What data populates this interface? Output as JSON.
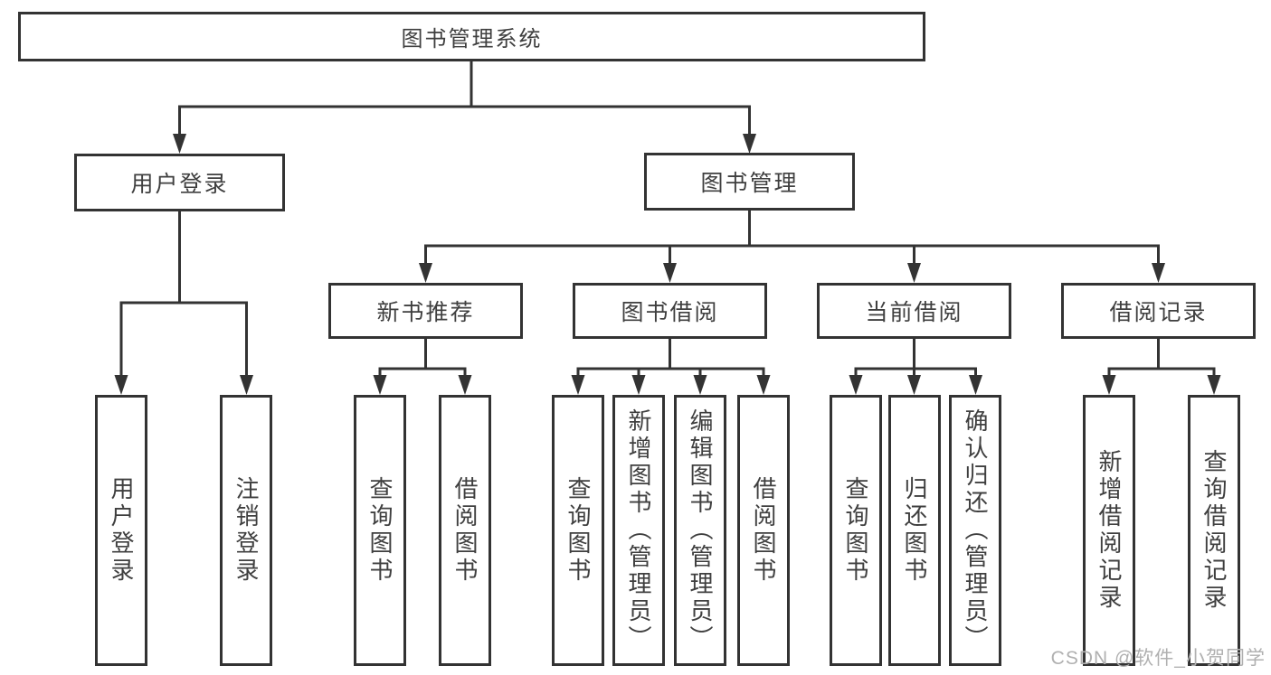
{
  "diagram": {
    "type": "tree",
    "title": "图书管理系统",
    "root": {
      "label": "图书管理系统"
    },
    "children": [
      {
        "label": "用户登录",
        "children": [
          {
            "label": "用户登录"
          },
          {
            "label": "注销登录"
          }
        ]
      },
      {
        "label": "图书管理",
        "children": [
          {
            "label": "新书推荐",
            "children": [
              {
                "label": "查询图书"
              },
              {
                "label": "借阅图书"
              }
            ]
          },
          {
            "label": "图书借阅",
            "children": [
              {
                "label": "查询图书"
              },
              {
                "label": "新增图书（管理员）"
              },
              {
                "label": "编辑图书（管理员）"
              },
              {
                "label": "借阅图书"
              }
            ]
          },
          {
            "label": "当前借阅",
            "children": [
              {
                "label": "查询图书"
              },
              {
                "label": "归还图书"
              },
              {
                "label": "确认归还（管理员）"
              }
            ]
          },
          {
            "label": "借阅记录",
            "children": [
              {
                "label": "新增借阅记录"
              },
              {
                "label": "查询借阅记录"
              }
            ]
          }
        ]
      }
    ]
  },
  "watermark": {
    "text": "CSDN @软件_小贺同学"
  },
  "colors": {
    "line": "#333333",
    "node_border": "#333333",
    "text": "#3f3f3f",
    "background": "#ffffff",
    "watermark": "#b0b0b0"
  }
}
